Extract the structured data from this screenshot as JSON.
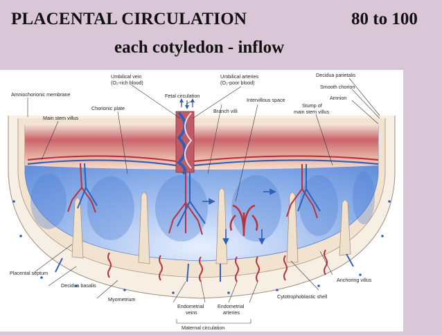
{
  "slide": {
    "title": "PLACENTAL CIRCULATION",
    "title_right": "80 to 100",
    "subtitle": "each cotyledon - inflow"
  },
  "diagram": {
    "labels": {
      "umbilical_vein_1": "Umbilical vein",
      "umbilical_vein_2": "(O₂-rich blood)",
      "umbilical_arteries_1": "Umbilical arteries",
      "umbilical_arteries_2": "(O₂-poor blood)",
      "decidua_parietalis": "Decidua parietalis",
      "smooth_chorion": "Smooth chorion",
      "amnion": "Amnion",
      "stump_1": "Stump of",
      "stump_2": "main stem villus",
      "amniochorionic_membrane": "Amniochorionic membrane",
      "fetal_circulation": "Fetal circulation",
      "intervillous_space": "Intervillous space",
      "chorionic_plate": "Chorionic plate",
      "branch_villi": "Branch villi",
      "main_stem_villus": "Main stem villus",
      "placental_septum": "Placental septum",
      "decidua_basalis": "Decidua basalis",
      "myometrium": "Myometrium",
      "anchoring_villus": "Anchoring villus",
      "cytotrophoblastic_shell": "Cytotrophoblastic shell",
      "endometrial_veins_1": "Endometrial",
      "endometrial_veins_2": "veins",
      "endometrial_arteries_1": "Endometrial",
      "endometrial_arteries_2": "arteries",
      "maternal_circulation": "Maternal circulation"
    },
    "colors": {
      "background": "#d9c6d6",
      "chorionic_plate_dark": "#b7474c",
      "chorionic_plate_light": "#f0d8c8",
      "intervillous_blue": "#6f9be0",
      "intervillous_light": "#dfe9fb",
      "arterial_red": "#b8323d",
      "venous_blue": "#2f5fb5",
      "decidua": "#f2e6d5",
      "myometrium": "#f7efe3"
    }
  }
}
